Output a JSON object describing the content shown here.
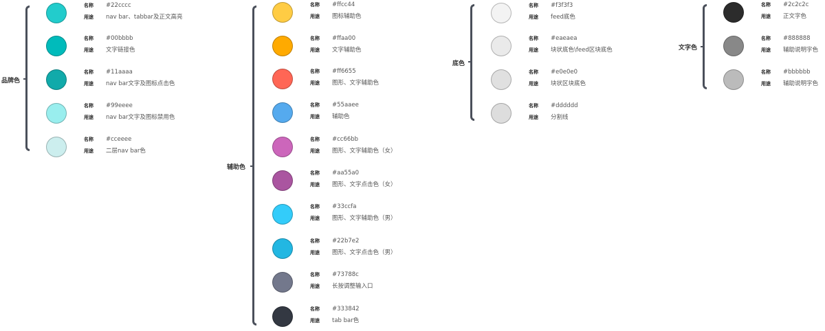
{
  "keys": {
    "name": "名称",
    "usage": "用途"
  },
  "groups": [
    {
      "label": "品牌色",
      "items": [
        {
          "hex": "#22cccc",
          "usage": "nav bar、tabbar及正文高亮"
        },
        {
          "hex": "#00bbbb",
          "usage": "文字链接色"
        },
        {
          "hex": "#11aaaa",
          "usage": "nav bar文字及图标点击色"
        },
        {
          "hex": "#99eeee",
          "usage": "nav bar文字及图标禁用色"
        },
        {
          "hex": "#cceeee",
          "usage": "二层nav bar色"
        }
      ]
    },
    {
      "label": "辅助色",
      "items": [
        {
          "hex": "#ffcc44",
          "usage": "图标辅助色"
        },
        {
          "hex": "#ffaa00",
          "usage": "文字辅助色"
        },
        {
          "hex": "#ff6655",
          "usage": "图形、文字辅助色"
        },
        {
          "hex": "#55aaee",
          "usage": "辅助色"
        },
        {
          "hex": "#cc66bb",
          "usage": "图形、文字辅助色（女）"
        },
        {
          "hex": "#aa55a0",
          "usage": "图形、文字点击色（女）"
        },
        {
          "hex": "#33ccfa",
          "usage": "图形、文字辅助色（男）"
        },
        {
          "hex": "#22b7e2",
          "usage": "图形、文字点击色（男）"
        },
        {
          "hex": "#73788c",
          "usage": "长按调整输入口"
        },
        {
          "hex": "#333842",
          "usage": "tab bar色"
        }
      ]
    },
    {
      "label": "底色",
      "items": [
        {
          "hex": "#f3f3f3",
          "usage": "feed底色"
        },
        {
          "hex": "#eaeaea",
          "usage": "块状底色\\feed区块底色"
        },
        {
          "hex": "#e0e0e0",
          "usage": "块状区块底色"
        },
        {
          "hex": "#dddddd",
          "usage": "分割线"
        }
      ]
    },
    {
      "label": "文字色",
      "items": [
        {
          "hex": "#2c2c2c",
          "usage": "正文字色"
        },
        {
          "hex": "#888888",
          "usage": "辅助说明字色"
        },
        {
          "hex": "#bbbbbb",
          "usage": "辅助说明字色"
        }
      ]
    }
  ]
}
